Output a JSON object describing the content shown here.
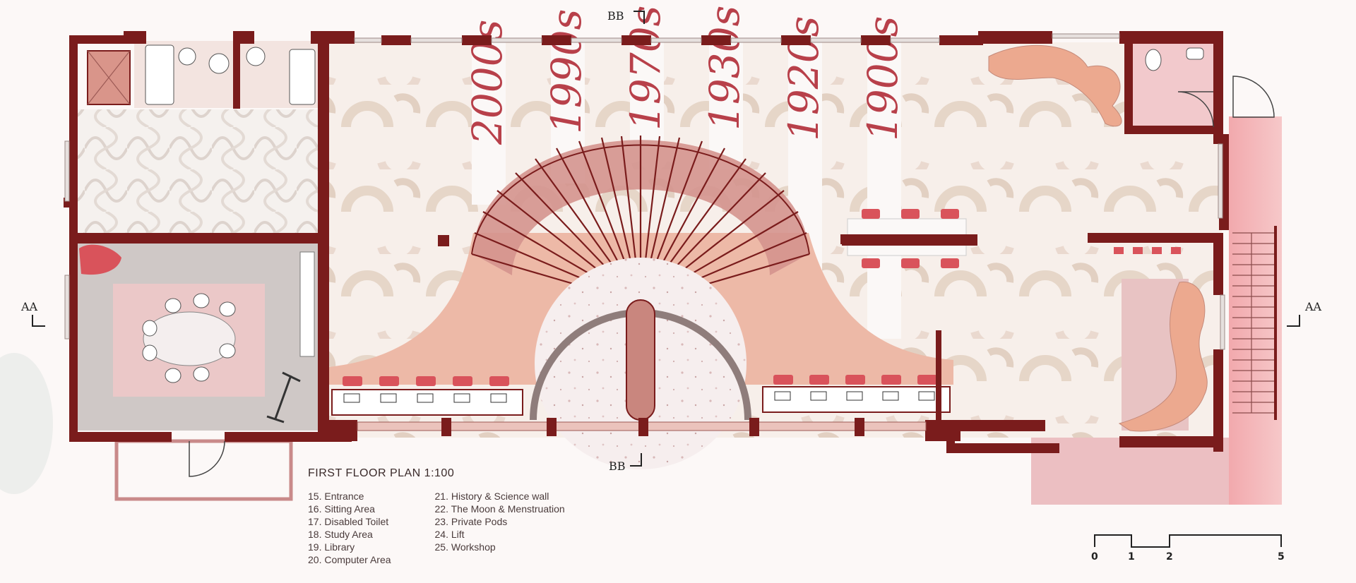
{
  "section_markers": {
    "top": "BB",
    "bottom": "BB",
    "left": "AA",
    "right": "AA"
  },
  "timeline_labels": [
    "2000s",
    "1990s",
    "1970s",
    "1930s",
    "1920s",
    "1900s"
  ],
  "legend": {
    "title": "FIRST FLOOR PLAN 1:100",
    "left_column": [
      "15. Entrance",
      "16. Sitting Area",
      "17. Disabled Toilet",
      "18. Study Area",
      "19. Library",
      "20. Computer Area"
    ],
    "right_column": [
      "21. History & Science wall",
      "22. The Moon & Menstruation",
      "23. Private Pods",
      "24. Lift",
      "25. Workshop"
    ]
  },
  "scale_bar": {
    "ticks": [
      "0",
      "1",
      "2",
      "5"
    ]
  },
  "colors": {
    "wall": "#7a1c1c",
    "fan": "#d4948e",
    "floor_peach": "#edb9a7",
    "accent_pink": "#f2b7b7",
    "chair_red": "#d9535b"
  }
}
